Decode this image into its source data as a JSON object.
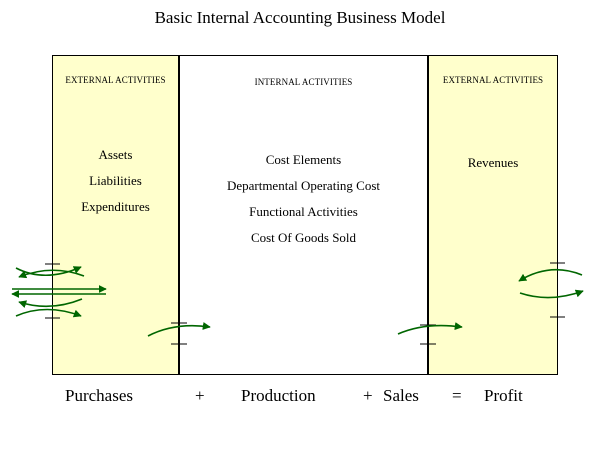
{
  "title": "Basic Internal Accounting Business Model",
  "panels": {
    "left": {
      "heading": "EXTERNAL ACTIVITIES",
      "items": [
        "Assets",
        "Liabilities",
        "Expenditures"
      ]
    },
    "middle": {
      "heading": "INTERNAL ACTIVITIES",
      "items": [
        "Cost Elements",
        "Departmental Operating Cost",
        "Functional Activities",
        "Cost Of Goods Sold"
      ]
    },
    "right": {
      "heading": "EXTERNAL ACTIVITIES",
      "items": [
        "Revenues"
      ]
    }
  },
  "equation": {
    "purchases": "Purchases",
    "plus1": "+",
    "production": "Production",
    "plus2": "+",
    "sales": "Sales",
    "equals": "=",
    "profit": "Profit"
  },
  "colors": {
    "external_fill": "#ffffcc",
    "internal_fill": "#ffffff",
    "arrow": "#006600",
    "border": "#000000"
  }
}
